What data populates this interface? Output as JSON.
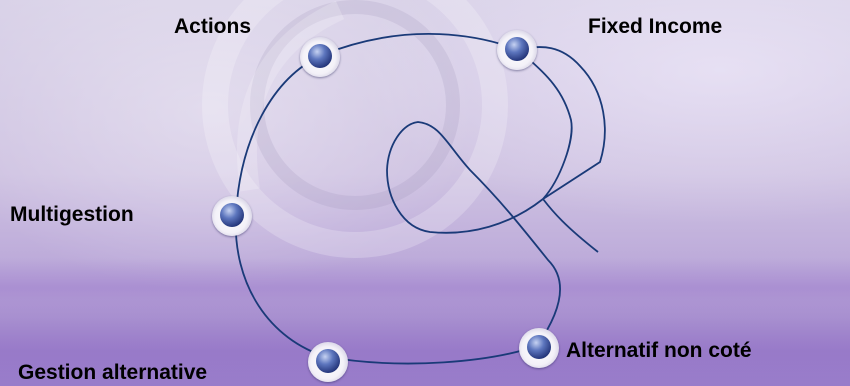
{
  "diagram": {
    "nodes": [
      {
        "id": "actions",
        "label": "Actions"
      },
      {
        "id": "fixed-income",
        "label": "Fixed Income"
      },
      {
        "id": "multigestion",
        "label": "Multigestion"
      },
      {
        "id": "gestion-alternative",
        "label": "Gestion alternative"
      },
      {
        "id": "alternatif-non-cote",
        "label": "Alternatif non coté"
      }
    ],
    "colors": {
      "line": "#1a3a78",
      "node_core": "#24357a",
      "node_ring": "#ffffff",
      "background_top": "#d9d2e8",
      "background_bottom": "#9a7fc8"
    }
  }
}
